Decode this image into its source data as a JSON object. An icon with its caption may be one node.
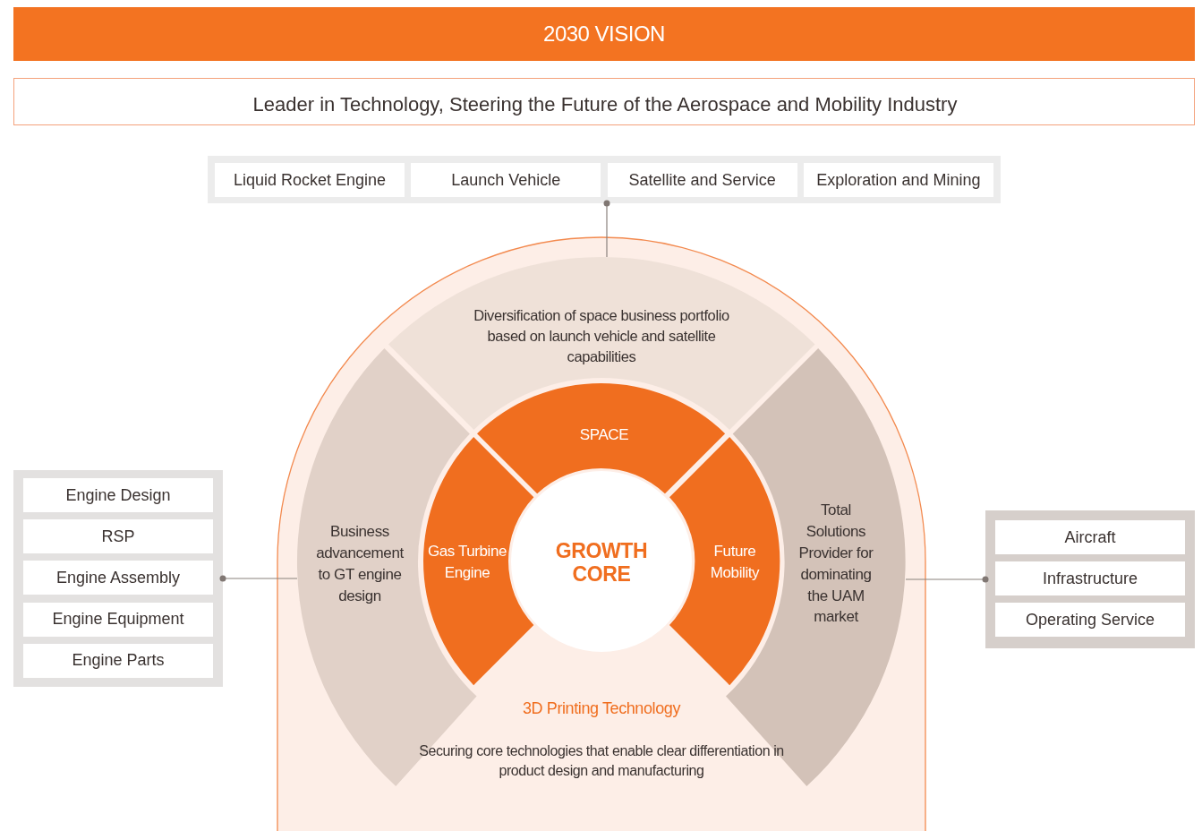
{
  "diagram": {
    "title": "2030 VISION",
    "nodes": [
      {
        "text": [
          "Leader in Technology, Steering the Future of the Aerospace and Mobility Industry"
        ]
      },
      {
        "text": [],
        "shape": "box"
      },
      {
        "text": [
          "Liquid Rocket Engine"
        ],
        "in": 1
      },
      {
        "text": [
          "Launch Vehicle"
        ],
        "in": 1
      },
      {
        "text": [
          "Satellite and Service"
        ],
        "in": 1
      },
      {
        "text": [
          "Exploration and Mining"
        ],
        "in": 1
      },
      {
        "text": [],
        "shape": "box"
      },
      {
        "text": [
          "Engine Design"
        ],
        "in": 6
      },
      {
        "text": [
          "RSP"
        ],
        "in": 6
      },
      {
        "text": [
          "Engine Assembly"
        ],
        "in": 6
      },
      {
        "text": [
          "Engine Equipment"
        ],
        "in": 6
      },
      {
        "text": [
          "Engine Parts"
        ],
        "in": 6
      },
      {
        "text": [],
        "shape": "box"
      },
      {
        "text": [
          "Aircraft"
        ],
        "in": 12
      },
      {
        "text": [
          "Infrastructure"
        ],
        "in": 12
      },
      {
        "text": [
          "Operating Service"
        ],
        "in": 12
      },
      {
        "text": [
          "3D Printing Technology",
          "Securing core technologies that enable clear differentiation in product design and manufacturing"
        ]
      },
      {
        "text": [
          "Diversification of space business portfolio based on launch vehicle and satellite capabilities"
        ],
        "in": 16
      },
      {
        "text": [
          "Business advancement to GT engine design"
        ],
        "in": 16
      },
      {
        "text": [
          "Total Solutions Provider for dominating the UAM market"
        ],
        "in": 16
      },
      {
        "text": [
          "SPACE"
        ],
        "in": 16
      },
      {
        "text": [
          "Gas Turbine Engine"
        ],
        "in": 16
      },
      {
        "text": [
          "Future Mobility"
        ],
        "in": 16
      },
      {
        "text": [
          "GROWTH CORE"
        ],
        "in": 16
      }
    ],
    "edges": [
      {
        "from": 1,
        "to": 17,
        "arrow": "other"
      },
      {
        "from": 6,
        "to": 18,
        "arrow": "other"
      },
      {
        "from": 12,
        "to": 19,
        "arrow": "other"
      }
    ]
  }
}
